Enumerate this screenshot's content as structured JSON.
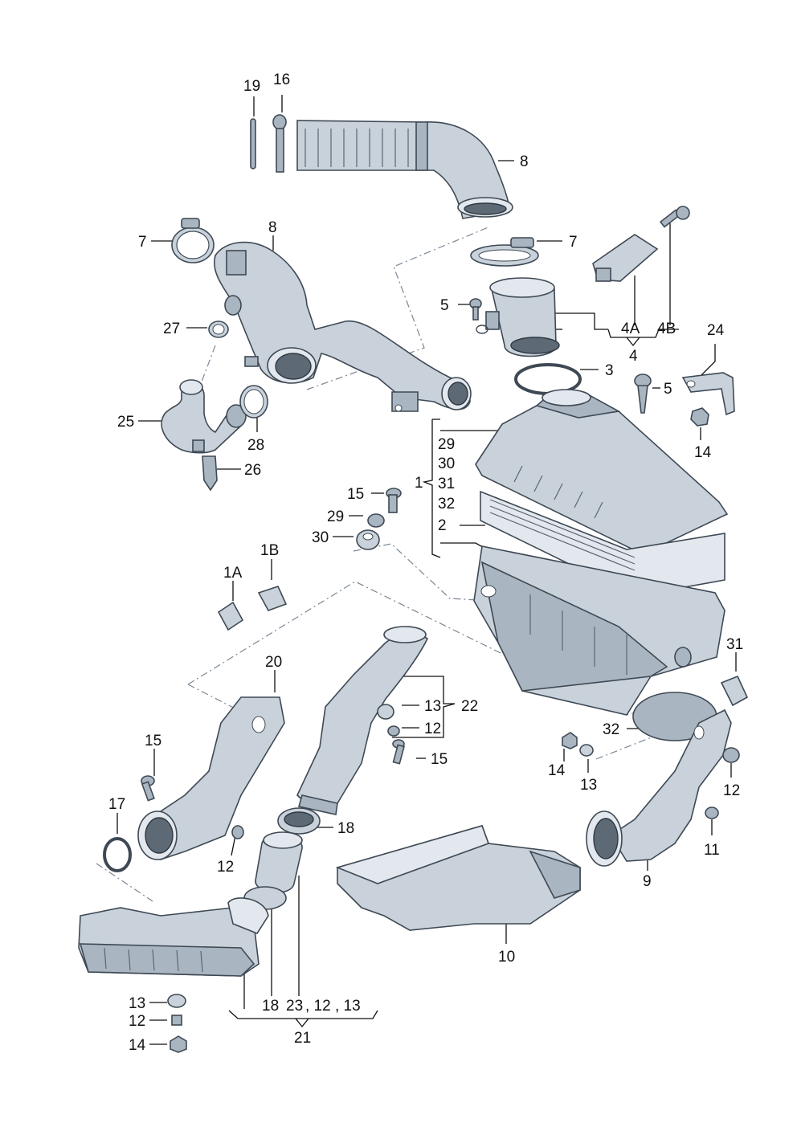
{
  "diagram": {
    "labels": {
      "l19": "19",
      "l16": "16",
      "l8a": "8",
      "l8b": "8",
      "l7a": "7",
      "l7b": "7",
      "l5a": "5",
      "l5b": "5",
      "l27": "27",
      "l4A": "4A",
      "l4B": "4B",
      "l4": "4",
      "l24": "24",
      "l3": "3",
      "l25": "25",
      "l28": "28",
      "l26": "26",
      "l14a": "14",
      "l29a": "29",
      "l30a": "30",
      "l1": "1",
      "l31a": "31",
      "l32a": "32",
      "l2": "2",
      "l15a": "15",
      "l29b": "29",
      "l30b": "30",
      "l1A": "1A",
      "l1B": "1B",
      "l20": "20",
      "l13a": "13",
      "l22": "22",
      "l12a": "12",
      "l15b": "15",
      "l15c": "15",
      "l31b": "31",
      "l32b": "32",
      "l17": "17",
      "l18a": "18",
      "l14b": "14",
      "l13b": "13",
      "l12b": "12",
      "l12c": "12",
      "l11": "11",
      "l9": "9",
      "l10": "10",
      "l13c": "13",
      "l12d": "12",
      "l14c": "14",
      "l18b": "18",
      "l23": "23",
      "l1213": ", 12 , 13",
      "l21": "21"
    }
  }
}
